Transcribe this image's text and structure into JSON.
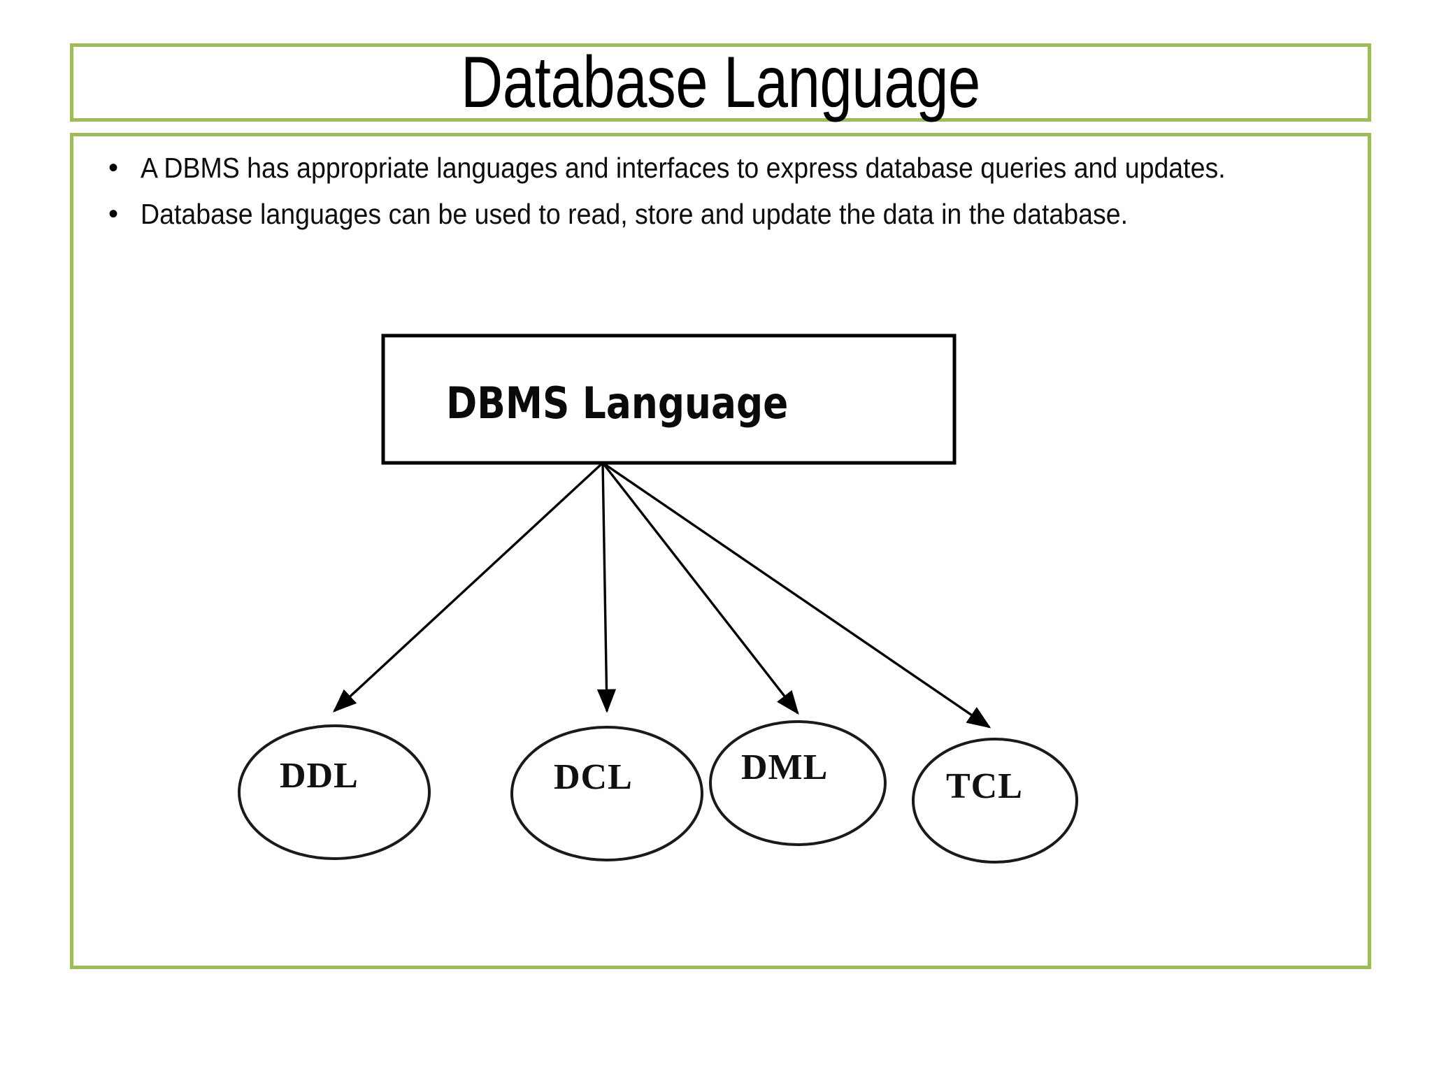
{
  "slide": {
    "title": "Database Language",
    "accent_color": "#9CBB5B",
    "background_color": "#FFFFFF",
    "text_color": "#000000"
  },
  "bullets": [
    {
      "marker": "•",
      "text": "A DBMS has appropriate languages and interfaces to express database queries and updates."
    },
    {
      "marker": "•",
      "text": "Database languages can be used to read, store and update the data in the database."
    }
  ],
  "diagram": {
    "root": {
      "label": "DBMS Language",
      "shape": "rectangle"
    },
    "children": [
      {
        "label": "DDL",
        "shape": "ellipse"
      },
      {
        "label": "DCL",
        "shape": "ellipse"
      },
      {
        "label": "DML",
        "shape": "ellipse"
      },
      {
        "label": "TCL",
        "shape": "ellipse"
      }
    ],
    "connector_style": "arrow",
    "stroke_color": "#000000"
  }
}
